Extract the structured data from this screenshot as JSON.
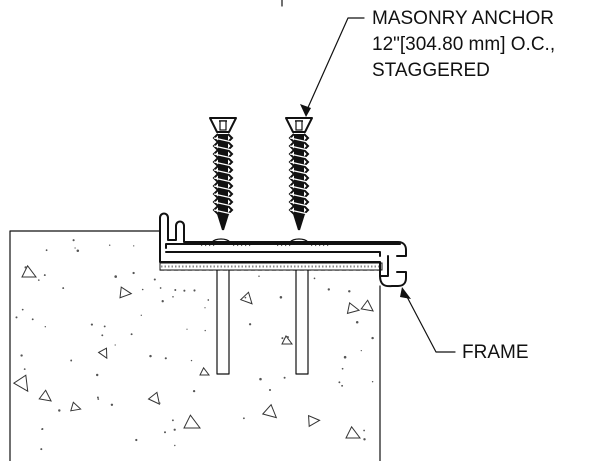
{
  "annotations": {
    "anchor_label": [
      "MASONRY ANCHOR",
      "12\"[304.80 mm] O.C.,",
      "STAGGERED"
    ],
    "frame_label": "FRAME"
  },
  "colors": {
    "line": "#111111",
    "hatch": "#888888",
    "background": "#ffffff"
  }
}
